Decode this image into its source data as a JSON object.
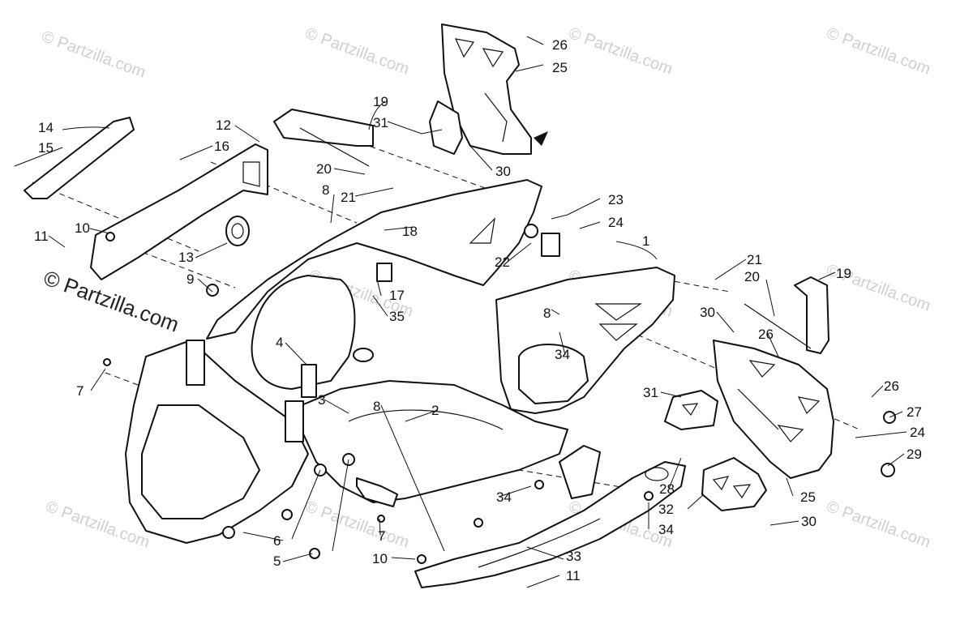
{
  "watermark": "© Partzilla.com",
  "callouts": [
    {
      "id": "c1",
      "text": "1"
    },
    {
      "id": "c2",
      "text": "2"
    },
    {
      "id": "c3",
      "text": "3"
    },
    {
      "id": "c4",
      "text": "4"
    },
    {
      "id": "c5",
      "text": "5"
    },
    {
      "id": "c6",
      "text": "6"
    },
    {
      "id": "c7a",
      "text": "7"
    },
    {
      "id": "c7b",
      "text": "7"
    },
    {
      "id": "c8a",
      "text": "8"
    },
    {
      "id": "c8b",
      "text": "8"
    },
    {
      "id": "c8c",
      "text": "8"
    },
    {
      "id": "c9",
      "text": "9"
    },
    {
      "id": "c10a",
      "text": "10"
    },
    {
      "id": "c10b",
      "text": "10"
    },
    {
      "id": "c11a",
      "text": "11"
    },
    {
      "id": "c11b",
      "text": "11"
    },
    {
      "id": "c12",
      "text": "12"
    },
    {
      "id": "c13",
      "text": "13"
    },
    {
      "id": "c14",
      "text": "14"
    },
    {
      "id": "c15",
      "text": "15"
    },
    {
      "id": "c16",
      "text": "16"
    },
    {
      "id": "c17",
      "text": "17"
    },
    {
      "id": "c18",
      "text": "18"
    },
    {
      "id": "c19a",
      "text": "19"
    },
    {
      "id": "c19b",
      "text": "19"
    },
    {
      "id": "c20a",
      "text": "20"
    },
    {
      "id": "c20b",
      "text": "20"
    },
    {
      "id": "c21a",
      "text": "21"
    },
    {
      "id": "c21b",
      "text": "21"
    },
    {
      "id": "c22",
      "text": "22"
    },
    {
      "id": "c23",
      "text": "23"
    },
    {
      "id": "c24a",
      "text": "24"
    },
    {
      "id": "c24b",
      "text": "24"
    },
    {
      "id": "c25a",
      "text": "25"
    },
    {
      "id": "c25b",
      "text": "25"
    },
    {
      "id": "c26a",
      "text": "26"
    },
    {
      "id": "c26b",
      "text": "26"
    },
    {
      "id": "c26c",
      "text": "26"
    },
    {
      "id": "c27",
      "text": "27"
    },
    {
      "id": "c28",
      "text": "28"
    },
    {
      "id": "c29",
      "text": "29"
    },
    {
      "id": "c30a",
      "text": "30"
    },
    {
      "id": "c30b",
      "text": "30"
    },
    {
      "id": "c30c",
      "text": "30"
    },
    {
      "id": "c31a",
      "text": "31"
    },
    {
      "id": "c31b",
      "text": "31"
    },
    {
      "id": "c32",
      "text": "32"
    },
    {
      "id": "c33",
      "text": "33"
    },
    {
      "id": "c34a",
      "text": "34"
    },
    {
      "id": "c34b",
      "text": "34"
    },
    {
      "id": "c34c",
      "text": "34"
    },
    {
      "id": "c35",
      "text": "35"
    }
  ]
}
